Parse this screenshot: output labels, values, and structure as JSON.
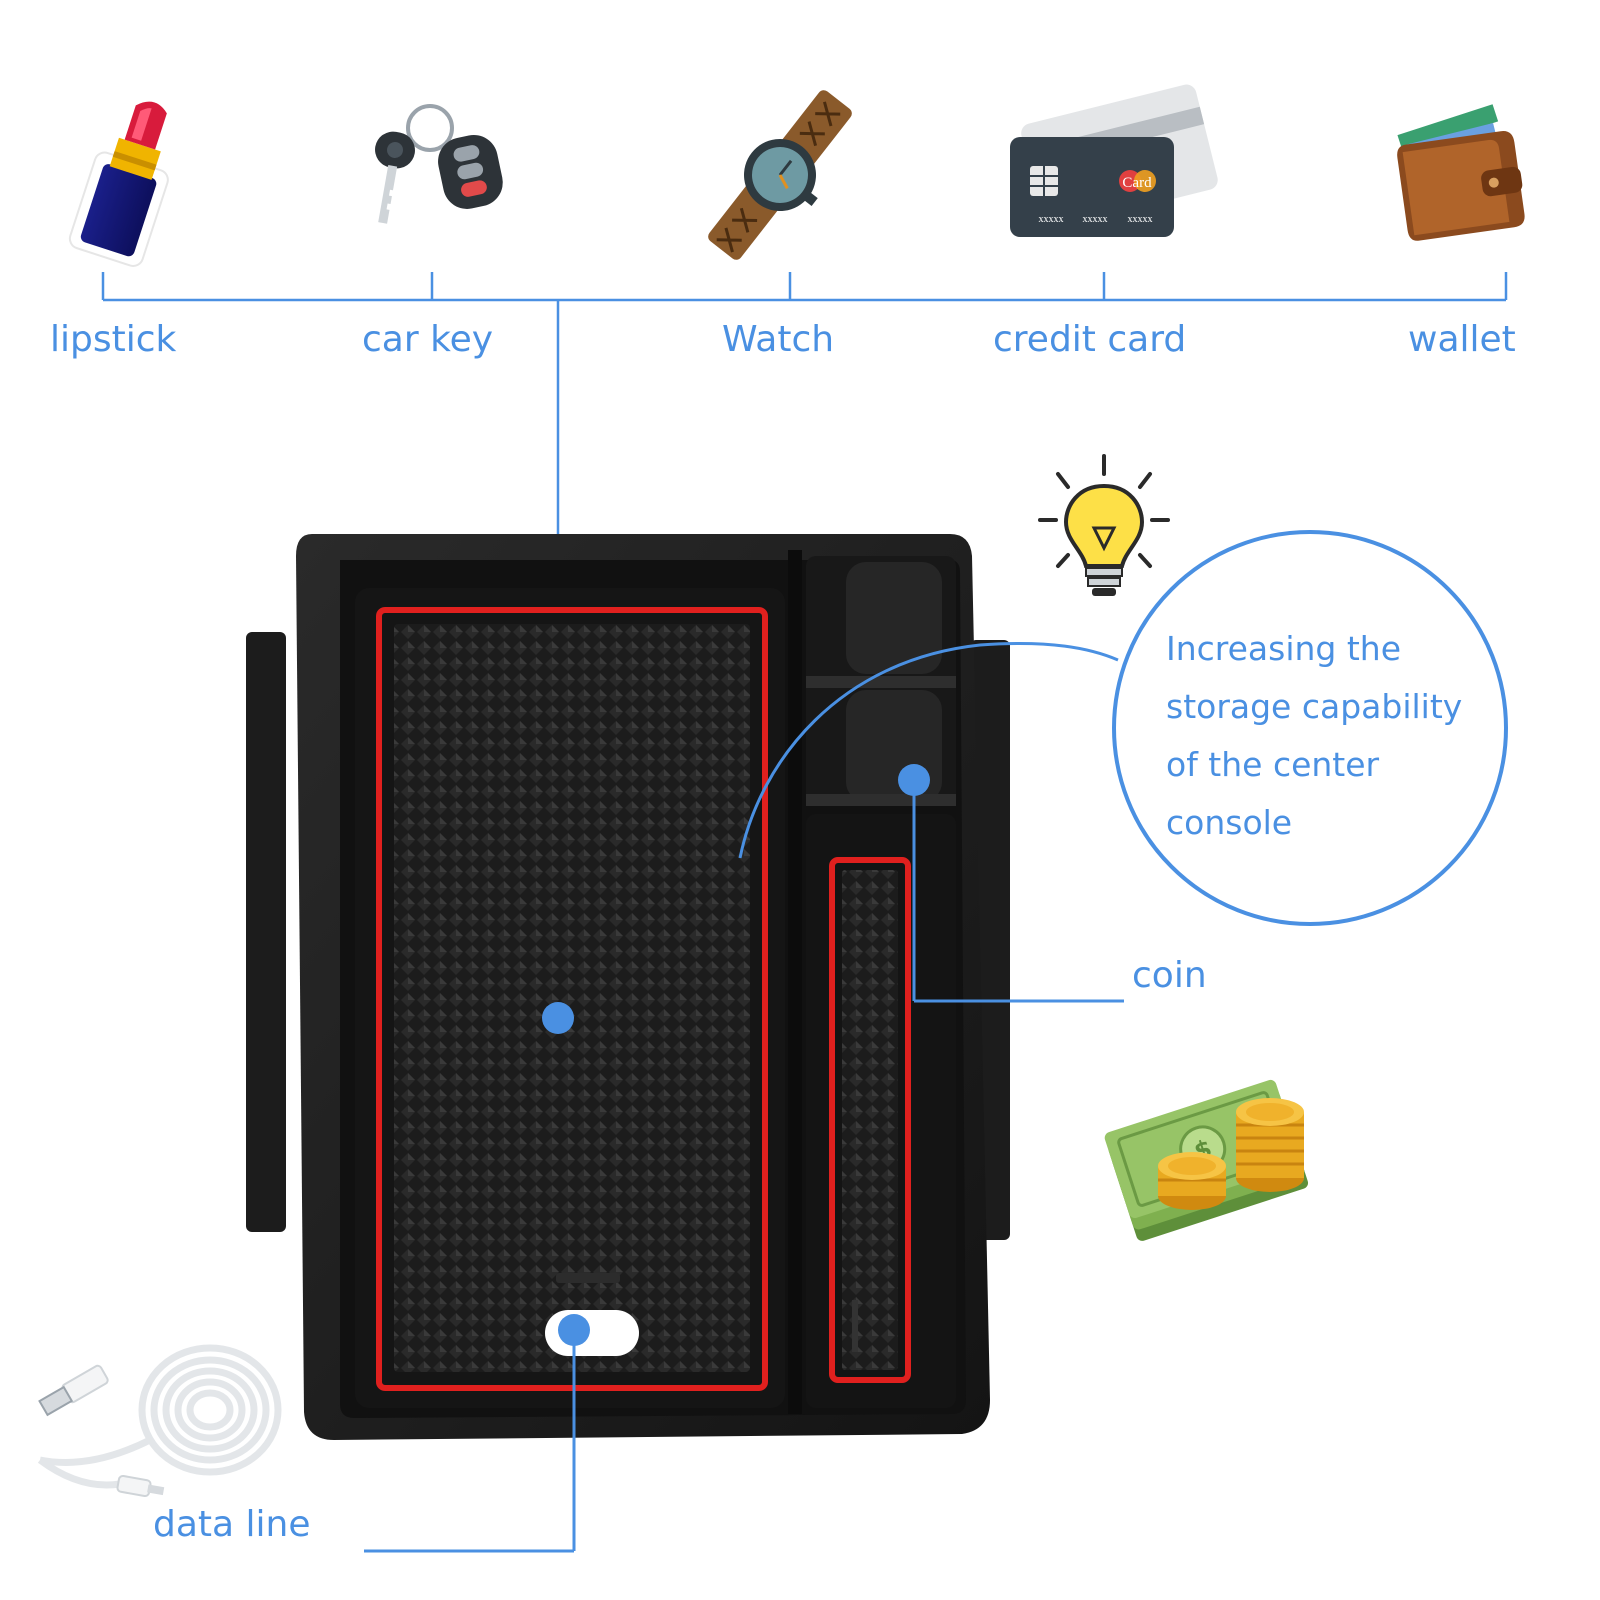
{
  "colors": {
    "accent": "#4a90e2",
    "tray_red": "#e0201e",
    "tray_black": "#1b1b1b"
  },
  "items_top": [
    {
      "label": "lipstick",
      "icon": "lipstick-icon"
    },
    {
      "label": "car key",
      "icon": "car-key-icon"
    },
    {
      "label": "Watch",
      "icon": "watch-icon"
    },
    {
      "label": "credit card",
      "icon": "credit-card-icon"
    },
    {
      "label": "wallet",
      "icon": "wallet-icon"
    }
  ],
  "card_text": {
    "logo": "Card",
    "number_groups": [
      "xxxxx",
      "xxxxx",
      "xxxxx"
    ]
  },
  "callout": {
    "icon": "lightbulb-icon",
    "lines": [
      "Increasing the",
      "storage capability",
      "of the center",
      "console"
    ]
  },
  "coin": {
    "label": "coin",
    "icon": "money-coins-icon"
  },
  "data_line": {
    "label": "data line",
    "icon": "usb-cable-icon"
  }
}
